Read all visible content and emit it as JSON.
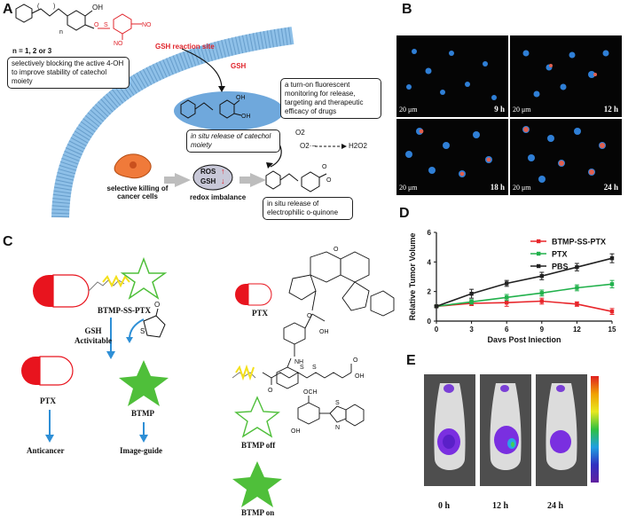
{
  "panel_a": {
    "letter": "A",
    "n_label": "n = 1, 2 or 3",
    "gsh_site_label": "GSH reaction site",
    "blocking_note": "selectively blocking the active 4-OH to improve stability of catechol moiety",
    "gsh_arrow_label": "GSH",
    "monitoring_note": "a turn-on fluorescent monitoring for release, targeting and therapeutic efficacy of drugs",
    "catechol_release": "in situ release of catechol moiety",
    "o2_label": "O2",
    "superoxide_label": "O2·−",
    "h2o2_label": "H2O2",
    "ros_label": "ROS",
    "gsh_label": "GSH",
    "redox_label": "redox imbalance",
    "killing_label": "selective killing of cancer cells",
    "quinone_release": "in situ release of electrophilic o-quinone",
    "colors": {
      "red": "#e0242b",
      "ellipse": "#6fa8dc",
      "membrane": "#8ec0e8"
    }
  },
  "panel_b": {
    "letter": "B",
    "images": [
      {
        "time": "9 h",
        "scale": "20 μm"
      },
      {
        "time": "12 h",
        "scale": "20 μm"
      },
      {
        "time": "18 h",
        "scale": "20 μm"
      },
      {
        "time": "24 h",
        "scale": "20 μm"
      }
    ]
  },
  "panel_c": {
    "letter": "C",
    "prodrug_label": "BTMP-SS-PTX",
    "activation_label": "GSH Activitable",
    "ptx_label": "PTX",
    "btmp_label": "BTMP",
    "anticancer_label": "Anticancer",
    "imageguide_label": "Image-guide",
    "legend_ptx": "PTX",
    "legend_btmp_off": "BTMP off",
    "legend_btmp_on": "BTMP on",
    "colors": {
      "red": "#e8141e",
      "green": "#4fbf3a",
      "linker": "#f4e01b",
      "arrow": "#2e8fd6"
    }
  },
  "panel_d": {
    "letter": "D"
  },
  "chart_data": {
    "type": "line",
    "xlabel": "Days Post Injection",
    "ylabel": "Relative Tumor Volume",
    "x": [
      0,
      3,
      6,
      9,
      12,
      15
    ],
    "xlim": [
      0,
      15
    ],
    "ylim": [
      0,
      6
    ],
    "xticks": [
      "0",
      "3",
      "6",
      "9",
      "12",
      "15"
    ],
    "yticks": [
      "0",
      "2",
      "4",
      "6"
    ],
    "legend_position": "top-right",
    "series": [
      {
        "name": "BTMP-SS-PTX",
        "color": "#e8262b",
        "values": [
          1.0,
          1.2,
          1.25,
          1.35,
          1.15,
          0.65
        ],
        "errors": [
          0.05,
          0.15,
          0.25,
          0.2,
          0.15,
          0.2
        ]
      },
      {
        "name": "PTX",
        "color": "#22b14c",
        "values": [
          1.0,
          1.3,
          1.6,
          1.9,
          2.25,
          2.5
        ],
        "errors": [
          0.05,
          0.15,
          0.2,
          0.2,
          0.2,
          0.25
        ]
      },
      {
        "name": "PBS",
        "color": "#222222",
        "values": [
          1.0,
          1.85,
          2.55,
          3.05,
          3.65,
          4.25
        ],
        "errors": [
          0.05,
          0.3,
          0.2,
          0.25,
          0.25,
          0.3
        ]
      }
    ]
  },
  "panel_e": {
    "letter": "E",
    "times": [
      "0 h",
      "12 h",
      "24 h"
    ]
  }
}
